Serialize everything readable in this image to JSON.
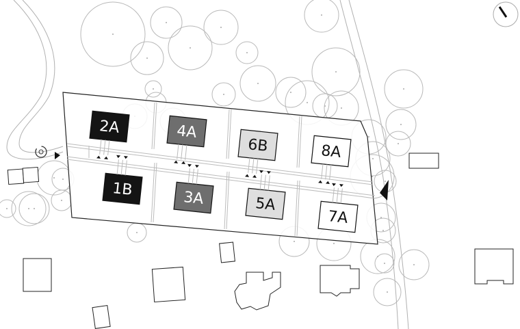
{
  "lots": [
    {
      "id": "2A",
      "fill": "#141414",
      "text": "#ffffff"
    },
    {
      "id": "4A",
      "fill": "#6e6e6e",
      "text": "#ffffff"
    },
    {
      "id": "6B",
      "fill": "#dedede",
      "text": "#111111"
    },
    {
      "id": "8A",
      "fill": "#ffffff",
      "text": "#111111"
    },
    {
      "id": "1B",
      "fill": "#141414",
      "text": "#ffffff"
    },
    {
      "id": "3A",
      "fill": "#6e6e6e",
      "text": "#ffffff"
    },
    {
      "id": "5A",
      "fill": "#dedede",
      "text": "#111111"
    },
    {
      "id": "7A",
      "fill": "#ffffff",
      "text": "#111111"
    }
  ],
  "icons": {
    "north": "north-arrow-icon",
    "entry": "entry-arrow-icon"
  }
}
